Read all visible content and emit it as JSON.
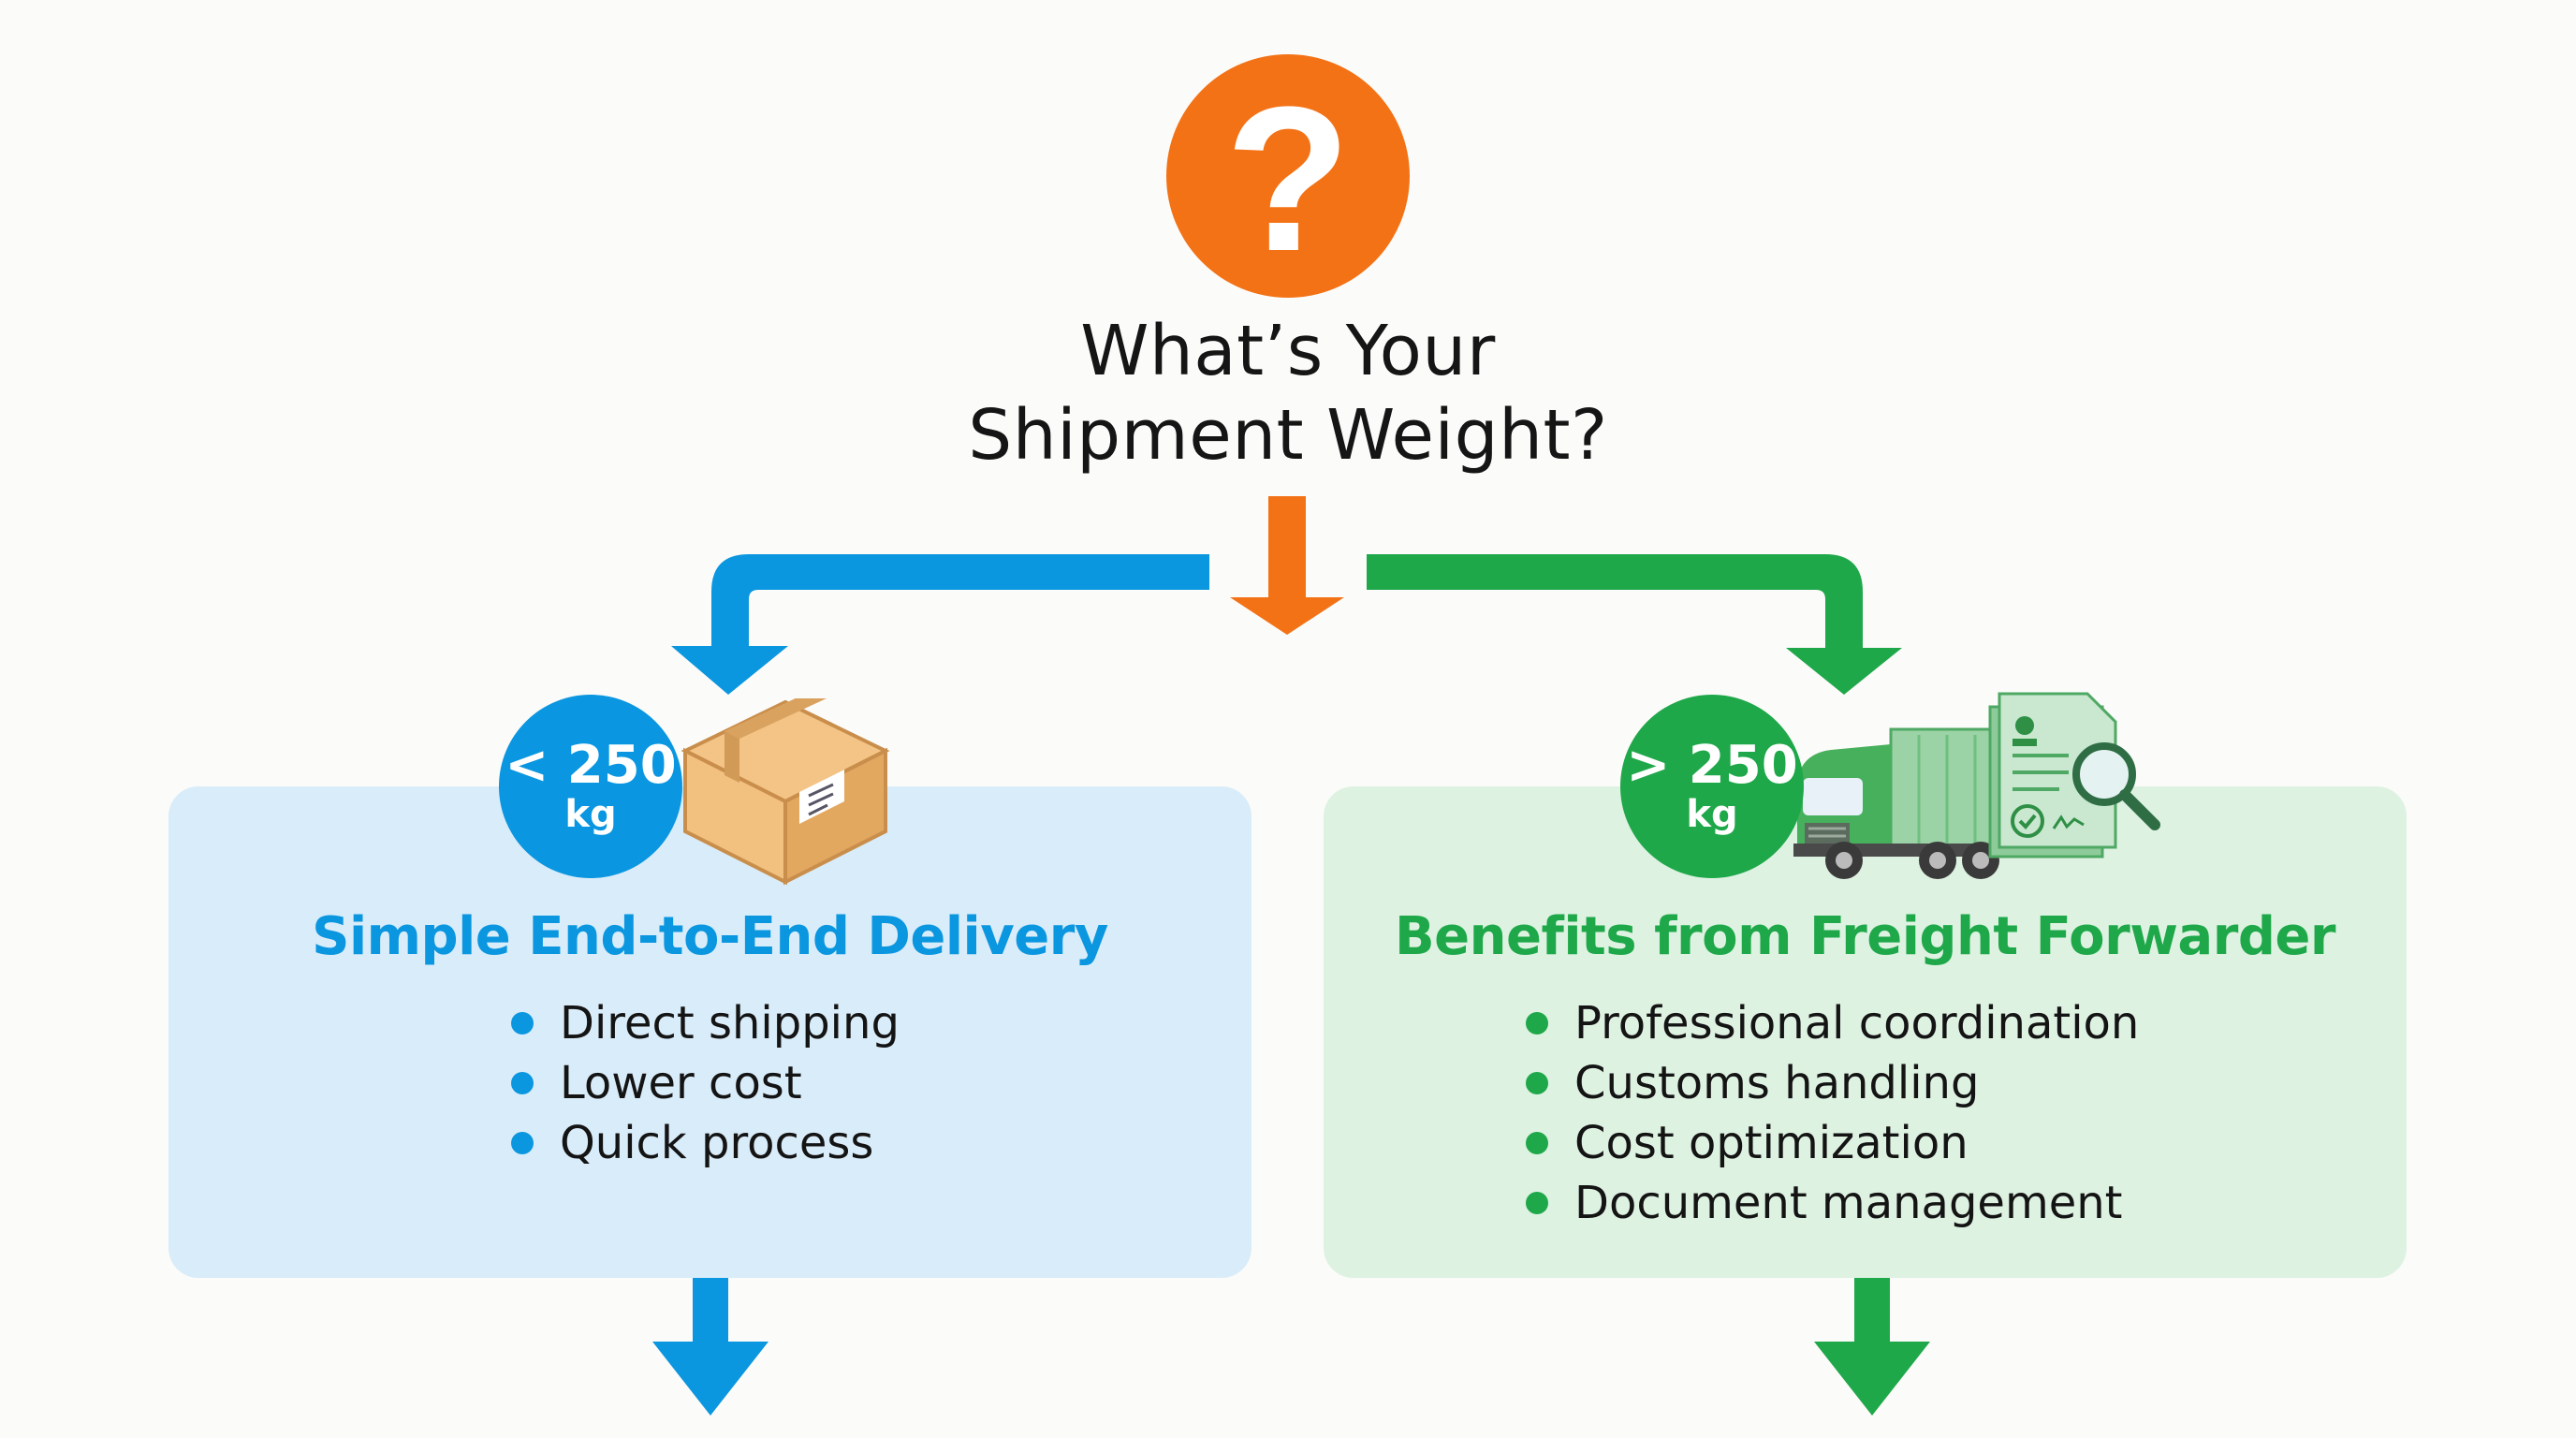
{
  "question": {
    "icon": "question-mark-icon",
    "glyph": "?",
    "title_line1": "What’s Your",
    "title_line2": "Shipment Weight?",
    "color": "#F47216"
  },
  "branches": [
    {
      "side": "left",
      "badge_value": "< 250",
      "badge_unit": "kg",
      "icon": "cardboard-box-icon",
      "heading": "Simple End-to-End Delivery",
      "bullets": [
        "Direct shipping",
        "Lower cost",
        "Quick process"
      ],
      "accent_color": "#0B96E0",
      "card_color": "#D9ECF9"
    },
    {
      "side": "right",
      "badge_value": "> 250",
      "badge_unit": "kg",
      "icon": "truck-and-documents-icon",
      "heading": "Benefits from Freight Forwarder",
      "bullets": [
        "Professional coordination",
        "Customs handling",
        "Cost optimization",
        "Document management"
      ],
      "accent_color": "#1FA84A",
      "card_color": "#DEF2E2"
    }
  ]
}
